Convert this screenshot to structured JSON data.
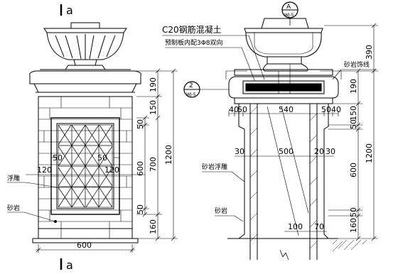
{
  "section_marks": {
    "top_left": "a",
    "bottom_left": "a"
  },
  "callouts": {
    "a": {
      "number": "A",
      "sheet": "WJ-5"
    },
    "two": {
      "number": "2",
      "sheet": "WJ-5"
    }
  },
  "notes": {
    "concrete": "C20钢筋混凝土",
    "rebar": "预制板内配3Φ8双向",
    "sandstone_line": "砂岩饰线",
    "sandstone_relief_left": "浮雕",
    "sandstone_left": "砂岩",
    "sandstone_relief_right": "砂岩浮雕",
    "sandstone_right": "砂岩"
  },
  "elevation": {
    "dim_right_outer": [
      "190",
      "150",
      "700",
      "160"
    ],
    "dim_right_total": "1200",
    "dim_right_inner": [
      "50",
      "600",
      "50"
    ],
    "dim_panel_top": [
      "50",
      "50"
    ],
    "dim_panel_sides": [
      "120",
      "120"
    ],
    "dim_bottom": "600"
  },
  "section": {
    "top_dims": [
      "40",
      "50",
      "540",
      "50",
      "40"
    ],
    "mid_dims": [
      "30",
      "500",
      "20",
      "30"
    ],
    "bottom_dims": [
      "100",
      "70"
    ],
    "dim_right_outer": [
      "390",
      "190",
      "50",
      "150",
      "600",
      "160",
      "50"
    ],
    "dim_right_total": "1200"
  }
}
